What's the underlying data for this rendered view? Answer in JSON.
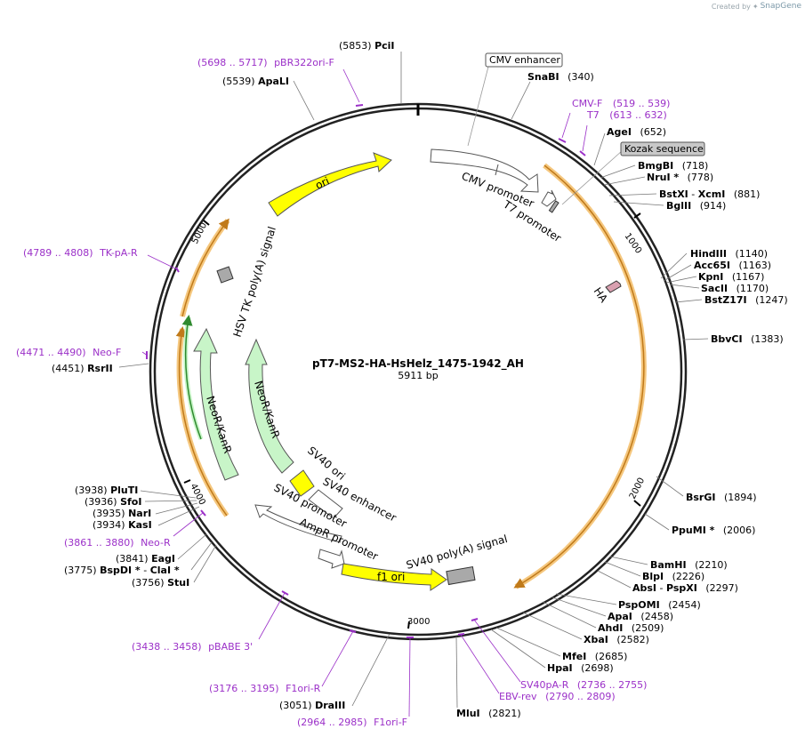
{
  "brand": {
    "created_by": "Created by",
    "name": "SnapGene"
  },
  "plasmid": {
    "name": "pT7-MS2-HA-HsHelz_1475-1942_AH",
    "length_label": "5911 bp",
    "length": 5911
  },
  "ticks": [
    "1000",
    "2000",
    "3000",
    "4000",
    "5000"
  ],
  "features": [
    {
      "label": "CMV enhancer",
      "boxed": true
    },
    {
      "label": "CMV promoter"
    },
    {
      "label": "T7 promoter"
    },
    {
      "label": "Kozak sequence",
      "boxed": true,
      "shaded": true
    },
    {
      "label": "HA"
    },
    {
      "label": "ori"
    },
    {
      "label": "HSV TK poly(A) signal"
    },
    {
      "label": "NeoR/KanR"
    },
    {
      "label": "NeoR/KanR"
    },
    {
      "label": "SV40 ori"
    },
    {
      "label": "SV40 enhancer"
    },
    {
      "label": "SV40 promoter"
    },
    {
      "label": "AmpR promoter"
    },
    {
      "label": "f1 ori"
    },
    {
      "label": "SV40 poly(A) signal"
    }
  ],
  "sites": [
    {
      "name": "PciI",
      "pos": "(5853)"
    },
    {
      "name": "SnaBI",
      "pos": "(340)"
    },
    {
      "name": "AgeI",
      "pos": "(652)"
    },
    {
      "name": "BmgBI",
      "pos": "(718)"
    },
    {
      "name": "NruI *",
      "pos": "(778)"
    },
    {
      "name": "BstXI",
      "sep": "-",
      "name2": "XcmI",
      "pos": "(881)"
    },
    {
      "name": "BglII",
      "pos": "(914)"
    },
    {
      "name": "HindIII",
      "pos": "(1140)"
    },
    {
      "name": "Acc65I",
      "pos": "(1163)"
    },
    {
      "name": "KpnI",
      "pos": "(1167)"
    },
    {
      "name": "SacII",
      "pos": "(1170)"
    },
    {
      "name": "BstZ17I",
      "pos": "(1247)"
    },
    {
      "name": "BbvCI",
      "pos": "(1383)"
    },
    {
      "name": "BsrGI",
      "pos": "(1894)"
    },
    {
      "name": "PpuMI *",
      "pos": "(2006)"
    },
    {
      "name": "BamHI",
      "pos": "(2210)"
    },
    {
      "name": "BlpI",
      "pos": "(2226)"
    },
    {
      "name": "AbsI",
      "sep": "-",
      "name2": "PspXI",
      "pos": "(2297)"
    },
    {
      "name": "PspOMI",
      "pos": "(2454)"
    },
    {
      "name": "ApaI",
      "pos": "(2458)"
    },
    {
      "name": "AhdI",
      "pos": "(2509)"
    },
    {
      "name": "XbaI",
      "pos": "(2582)"
    },
    {
      "name": "MfeI",
      "pos": "(2685)"
    },
    {
      "name": "HpaI",
      "pos": "(2698)"
    },
    {
      "name": "MluI",
      "pos": "(2821)"
    },
    {
      "name": "DraIII",
      "pos": "(3051)"
    },
    {
      "name": "StuI",
      "pos": "(3756)"
    },
    {
      "name": "BspDI *",
      "sep": "-",
      "name2": "ClaI *",
      "pos": "(3775)"
    },
    {
      "name": "EagI",
      "pos": "(3841)"
    },
    {
      "name": "KasI",
      "pos": "(3934)"
    },
    {
      "name": "NarI",
      "pos": "(3935)"
    },
    {
      "name": "SfoI",
      "pos": "(3936)"
    },
    {
      "name": "PluTI",
      "pos": "(3938)"
    },
    {
      "name": "RsrII",
      "pos": "(4451)"
    },
    {
      "name": "ApaLI",
      "pos": "(5539)"
    }
  ],
  "primers": [
    {
      "name": "pBR322ori-F",
      "range": "(5698 .. 5717)"
    },
    {
      "name": "CMV-F",
      "range": "(519 .. 539)"
    },
    {
      "name": "T7",
      "range": "(613 .. 632)"
    },
    {
      "name": "TK-pA-R",
      "range": "(4789 .. 4808)"
    },
    {
      "name": "Neo-F",
      "range": "(4471 .. 4490)"
    },
    {
      "name": "Neo-R",
      "range": "(3861 .. 3880)"
    },
    {
      "name": "pBABE 3'",
      "range": "(3438 .. 3458)"
    },
    {
      "name": "F1ori-R",
      "range": "(3176 .. 3195)"
    },
    {
      "name": "F1ori-F",
      "range": "(2964 .. 2985)"
    },
    {
      "name": "EBV-rev",
      "range": "(2790 .. 2809)"
    },
    {
      "name": "SV40pA-R",
      "range": "(2736 .. 2755)"
    }
  ],
  "colors": {
    "backbone": "#222222",
    "primer": "#9b30c8",
    "orf_outline": "#c07a1a",
    "orf_glow": "#f5c77e",
    "ori": "#ffff00",
    "neo": "#c8f5c8",
    "neo_dark": "#2f8a2f",
    "gray_feature": "#a9a9a9",
    "ha": "#d9a0b0",
    "kozak_box": "#c8c8c8"
  }
}
